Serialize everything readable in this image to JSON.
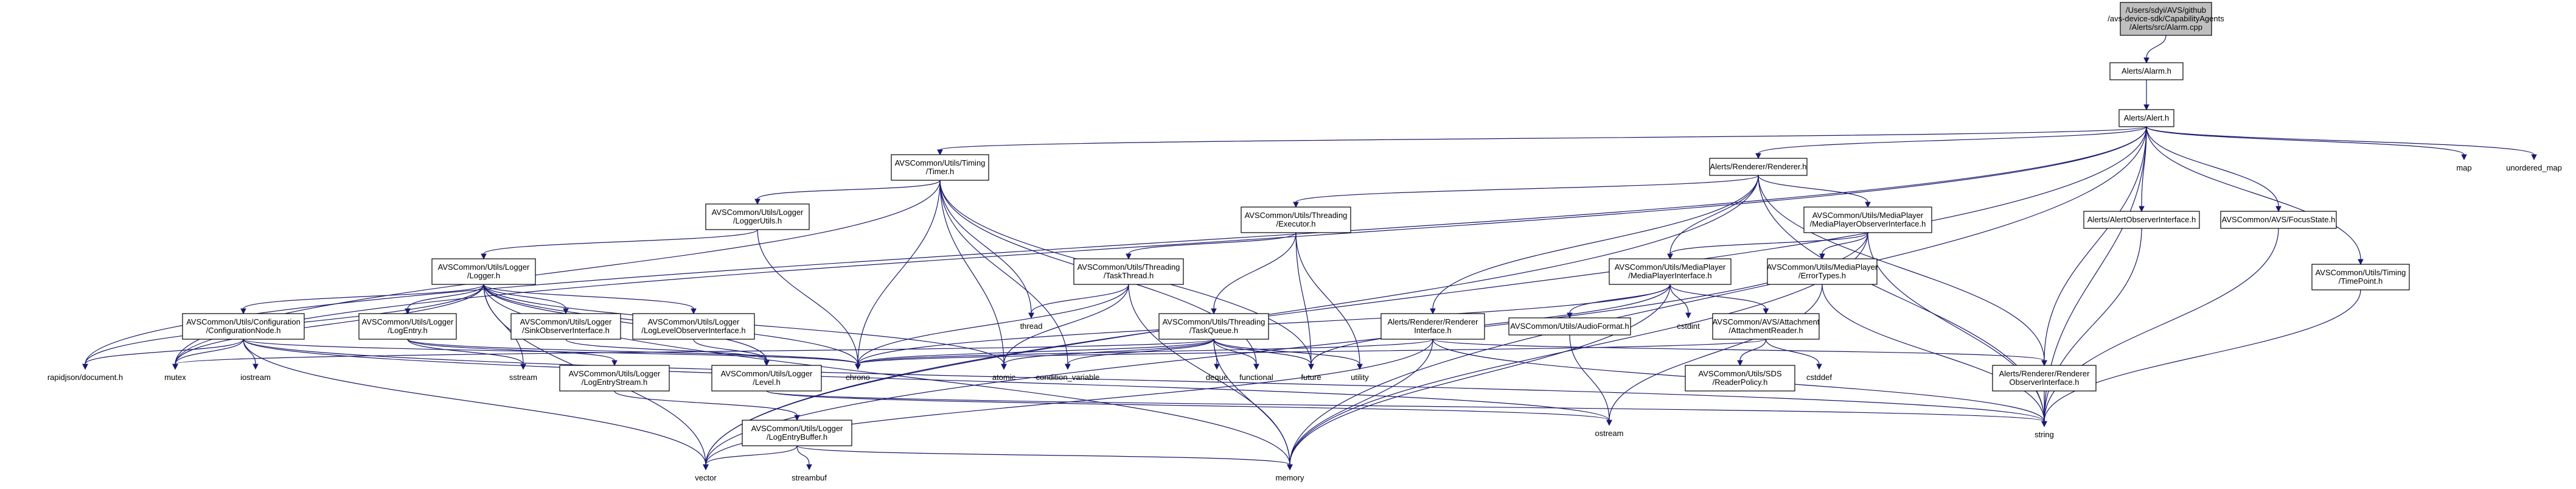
{
  "diagram": {
    "title": "",
    "nodes": [
      {
        "id": "root",
        "lines": [
          "/Users/sdyi/AVS/github",
          "/avs-device-sdk/CapabilityAgents",
          "/Alerts/src/Alarm.cpp"
        ],
        "root": true
      },
      {
        "id": "alarm_h",
        "lines": [
          "Alerts/Alarm.h"
        ]
      },
      {
        "id": "alert_h",
        "lines": [
          "Alerts/Alert.h"
        ]
      },
      {
        "id": "timer",
        "lines": [
          "AVSCommon/Utils/Timing",
          "/Timer.h"
        ]
      },
      {
        "id": "renderer",
        "lines": [
          "Alerts/Renderer/Renderer.h"
        ]
      },
      {
        "id": "map",
        "lines": [
          "map"
        ],
        "noref": true
      },
      {
        "id": "unordered_map",
        "lines": [
          "unordered_map"
        ],
        "noref": true
      },
      {
        "id": "loggerutils",
        "lines": [
          "AVSCommon/Utils/Logger",
          "/LoggerUtils.h"
        ]
      },
      {
        "id": "executor",
        "lines": [
          "AVSCommon/Utils/Threading",
          "/Executor.h"
        ]
      },
      {
        "id": "mpobs",
        "lines": [
          "AVSCommon/Utils/MediaPlayer",
          "/MediaPlayerObserverInterface.h"
        ]
      },
      {
        "id": "alertobs",
        "lines": [
          "Alerts/AlertObserverInterface.h"
        ]
      },
      {
        "id": "focusstate",
        "lines": [
          "AVSCommon/AVS/FocusState.h"
        ]
      },
      {
        "id": "logger",
        "lines": [
          "AVSCommon/Utils/Logger",
          "/Logger.h"
        ]
      },
      {
        "id": "taskthread",
        "lines": [
          "AVSCommon/Utils/Threading",
          "/TaskThread.h"
        ]
      },
      {
        "id": "mpif",
        "lines": [
          "AVSCommon/Utils/MediaPlayer",
          "/MediaPlayerInterface.h"
        ]
      },
      {
        "id": "errortypes",
        "lines": [
          "AVSCommon/Utils/MediaPlayer",
          "/ErrorTypes.h"
        ]
      },
      {
        "id": "timepoint",
        "lines": [
          "AVSCommon/Utils/Timing",
          "/TimePoint.h"
        ]
      },
      {
        "id": "confignode",
        "lines": [
          "AVSCommon/Utils/Configuration",
          "/ConfigurationNode.h"
        ]
      },
      {
        "id": "logentry",
        "lines": [
          "AVSCommon/Utils/Logger",
          "/LogEntry.h"
        ]
      },
      {
        "id": "sinkobs",
        "lines": [
          "AVSCommon/Utils/Logger",
          "/SinkObserverInterface.h"
        ]
      },
      {
        "id": "loglevelobs",
        "lines": [
          "AVSCommon/Utils/Logger",
          "/LogLevelObserverInterface.h"
        ]
      },
      {
        "id": "thread",
        "lines": [
          "thread"
        ],
        "noref": true
      },
      {
        "id": "taskqueue",
        "lines": [
          "AVSCommon/Utils/Threading",
          "/TaskQueue.h"
        ]
      },
      {
        "id": "rendererif",
        "lines": [
          "Alerts/Renderer/Renderer",
          "Interface.h"
        ]
      },
      {
        "id": "audioformat",
        "lines": [
          "AVSCommon/Utils/AudioFormat.h"
        ]
      },
      {
        "id": "cstdint",
        "lines": [
          "cstdint"
        ],
        "noref": true
      },
      {
        "id": "attachreader",
        "lines": [
          "AVSCommon/AVS/Attachment",
          "/AttachmentReader.h"
        ]
      },
      {
        "id": "rendererobs",
        "lines": [
          "Alerts/Renderer/Renderer",
          "ObserverInterface.h"
        ]
      },
      {
        "id": "rapidjson",
        "lines": [
          "rapidjson/document.h"
        ],
        "noref": true
      },
      {
        "id": "mutex",
        "lines": [
          "mutex"
        ],
        "noref": true
      },
      {
        "id": "iostream",
        "lines": [
          "iostream"
        ],
        "noref": true
      },
      {
        "id": "sstream",
        "lines": [
          "sstream"
        ],
        "noref": true
      },
      {
        "id": "logentrystream",
        "lines": [
          "AVSCommon/Utils/Logger",
          "/LogEntryStream.h"
        ]
      },
      {
        "id": "level",
        "lines": [
          "AVSCommon/Utils/Logger",
          "/Level.h"
        ]
      },
      {
        "id": "chrono",
        "lines": [
          "chrono"
        ],
        "noref": true
      },
      {
        "id": "atomic",
        "lines": [
          "atomic"
        ],
        "noref": true
      },
      {
        "id": "condvar",
        "lines": [
          "condition_variable"
        ],
        "noref": true
      },
      {
        "id": "deque",
        "lines": [
          "deque"
        ],
        "noref": true
      },
      {
        "id": "functional",
        "lines": [
          "functional"
        ],
        "noref": true
      },
      {
        "id": "future",
        "lines": [
          "future"
        ],
        "noref": true
      },
      {
        "id": "utility",
        "lines": [
          "utility"
        ],
        "noref": true
      },
      {
        "id": "sdsreader",
        "lines": [
          "AVSCommon/Utils/SDS",
          "/ReaderPolicy.h"
        ]
      },
      {
        "id": "cstddef",
        "lines": [
          "cstddef"
        ],
        "noref": true
      },
      {
        "id": "ostream",
        "lines": [
          "ostream"
        ],
        "noref": true
      },
      {
        "id": "string",
        "lines": [
          "string"
        ],
        "noref": true
      },
      {
        "id": "logentrybuffer",
        "lines": [
          "AVSCommon/Utils/Logger",
          "/LogEntryBuffer.h"
        ]
      },
      {
        "id": "vector",
        "lines": [
          "vector"
        ],
        "noref": true
      },
      {
        "id": "memory",
        "lines": [
          "memory"
        ],
        "noref": true
      },
      {
        "id": "streambuf",
        "lines": [
          "streambuf"
        ],
        "noref": true
      }
    ],
    "edges": [
      [
        "root",
        "alarm_h"
      ],
      [
        "alarm_h",
        "alert_h"
      ],
      [
        "alert_h",
        "timer"
      ],
      [
        "alert_h",
        "renderer"
      ],
      [
        "alert_h",
        "map"
      ],
      [
        "alert_h",
        "unordered_map"
      ],
      [
        "alert_h",
        "alertobs"
      ],
      [
        "alert_h",
        "focusstate"
      ],
      [
        "alert_h",
        "timepoint"
      ],
      [
        "alert_h",
        "rendererobs"
      ],
      [
        "alert_h",
        "string"
      ],
      [
        "alert_h",
        "memory"
      ],
      [
        "alert_h",
        "vector"
      ],
      [
        "alert_h",
        "mutex"
      ],
      [
        "alert_h",
        "rapidjson"
      ],
      [
        "timer",
        "loggerutils"
      ],
      [
        "timer",
        "chrono"
      ],
      [
        "timer",
        "thread"
      ],
      [
        "timer",
        "atomic"
      ],
      [
        "timer",
        "condvar"
      ],
      [
        "timer",
        "functional"
      ],
      [
        "timer",
        "future"
      ],
      [
        "timer",
        "mutex"
      ],
      [
        "renderer",
        "executor"
      ],
      [
        "renderer",
        "mpobs"
      ],
      [
        "renderer",
        "mpif"
      ],
      [
        "renderer",
        "rendererif"
      ],
      [
        "renderer",
        "rendererobs"
      ],
      [
        "renderer",
        "string"
      ],
      [
        "renderer",
        "vector"
      ],
      [
        "loggerutils",
        "logger"
      ],
      [
        "loggerutils",
        "chrono"
      ],
      [
        "executor",
        "taskthread"
      ],
      [
        "executor",
        "taskqueue"
      ],
      [
        "executor",
        "future"
      ],
      [
        "executor",
        "utility"
      ],
      [
        "mpobs",
        "mpif"
      ],
      [
        "mpobs",
        "errortypes"
      ],
      [
        "mpobs",
        "string"
      ],
      [
        "mpobs",
        "memory"
      ],
      [
        "mpobs",
        "vector"
      ],
      [
        "alertobs",
        "string"
      ],
      [
        "focusstate",
        "string"
      ],
      [
        "timepoint",
        "string"
      ],
      [
        "logger",
        "confignode"
      ],
      [
        "logger",
        "logentry"
      ],
      [
        "logger",
        "sinkobs"
      ],
      [
        "logger",
        "loglevelobs"
      ],
      [
        "logger",
        "level"
      ],
      [
        "logger",
        "chrono"
      ],
      [
        "logger",
        "atomic"
      ],
      [
        "logger",
        "mutex"
      ],
      [
        "logger",
        "vector"
      ],
      [
        "logger",
        "memory"
      ],
      [
        "logger",
        "rapidjson"
      ],
      [
        "logger",
        "sstream"
      ],
      [
        "taskthread",
        "thread"
      ],
      [
        "taskthread",
        "atomic"
      ],
      [
        "taskthread",
        "memory"
      ],
      [
        "taskthread",
        "chrono"
      ],
      [
        "mpif",
        "audioformat"
      ],
      [
        "mpif",
        "cstdint"
      ],
      [
        "mpif",
        "attachreader"
      ],
      [
        "mpif",
        "chrono"
      ],
      [
        "mpif",
        "future"
      ],
      [
        "mpif",
        "memory"
      ],
      [
        "errortypes",
        "ostream"
      ],
      [
        "errortypes",
        "string"
      ],
      [
        "confignode",
        "rapidjson"
      ],
      [
        "confignode",
        "mutex"
      ],
      [
        "confignode",
        "iostream"
      ],
      [
        "confignode",
        "chrono"
      ],
      [
        "confignode",
        "string"
      ],
      [
        "confignode",
        "vector"
      ],
      [
        "confignode",
        "ostream"
      ],
      [
        "logentry",
        "logentrystream"
      ],
      [
        "logentry",
        "sstream"
      ],
      [
        "logentry",
        "chrono"
      ],
      [
        "sinkobs",
        "level"
      ],
      [
        "loglevelobs",
        "level"
      ],
      [
        "taskqueue",
        "deque"
      ],
      [
        "taskqueue",
        "functional"
      ],
      [
        "taskqueue",
        "future"
      ],
      [
        "taskqueue",
        "utility"
      ],
      [
        "taskqueue",
        "condvar"
      ],
      [
        "taskqueue",
        "mutex"
      ],
      [
        "taskqueue",
        "atomic"
      ],
      [
        "taskqueue",
        "memory"
      ],
      [
        "taskqueue",
        "chrono"
      ],
      [
        "rendererif",
        "rendererobs"
      ],
      [
        "rendererif",
        "chrono"
      ],
      [
        "rendererif",
        "string"
      ],
      [
        "rendererif",
        "memory"
      ],
      [
        "rendererif",
        "vector"
      ],
      [
        "audioformat",
        "ostream"
      ],
      [
        "attachreader",
        "sdsreader"
      ],
      [
        "attachreader",
        "cstddef"
      ],
      [
        "attachreader",
        "chrono"
      ],
      [
        "rendererobs",
        "string"
      ],
      [
        "logentrystream",
        "logentrybuffer"
      ],
      [
        "level",
        "ostream"
      ],
      [
        "level",
        "string"
      ],
      [
        "logentrybuffer",
        "streambuf"
      ],
      [
        "logentrybuffer",
        "vector"
      ],
      [
        "logentrybuffer",
        "memory"
      ]
    ]
  }
}
